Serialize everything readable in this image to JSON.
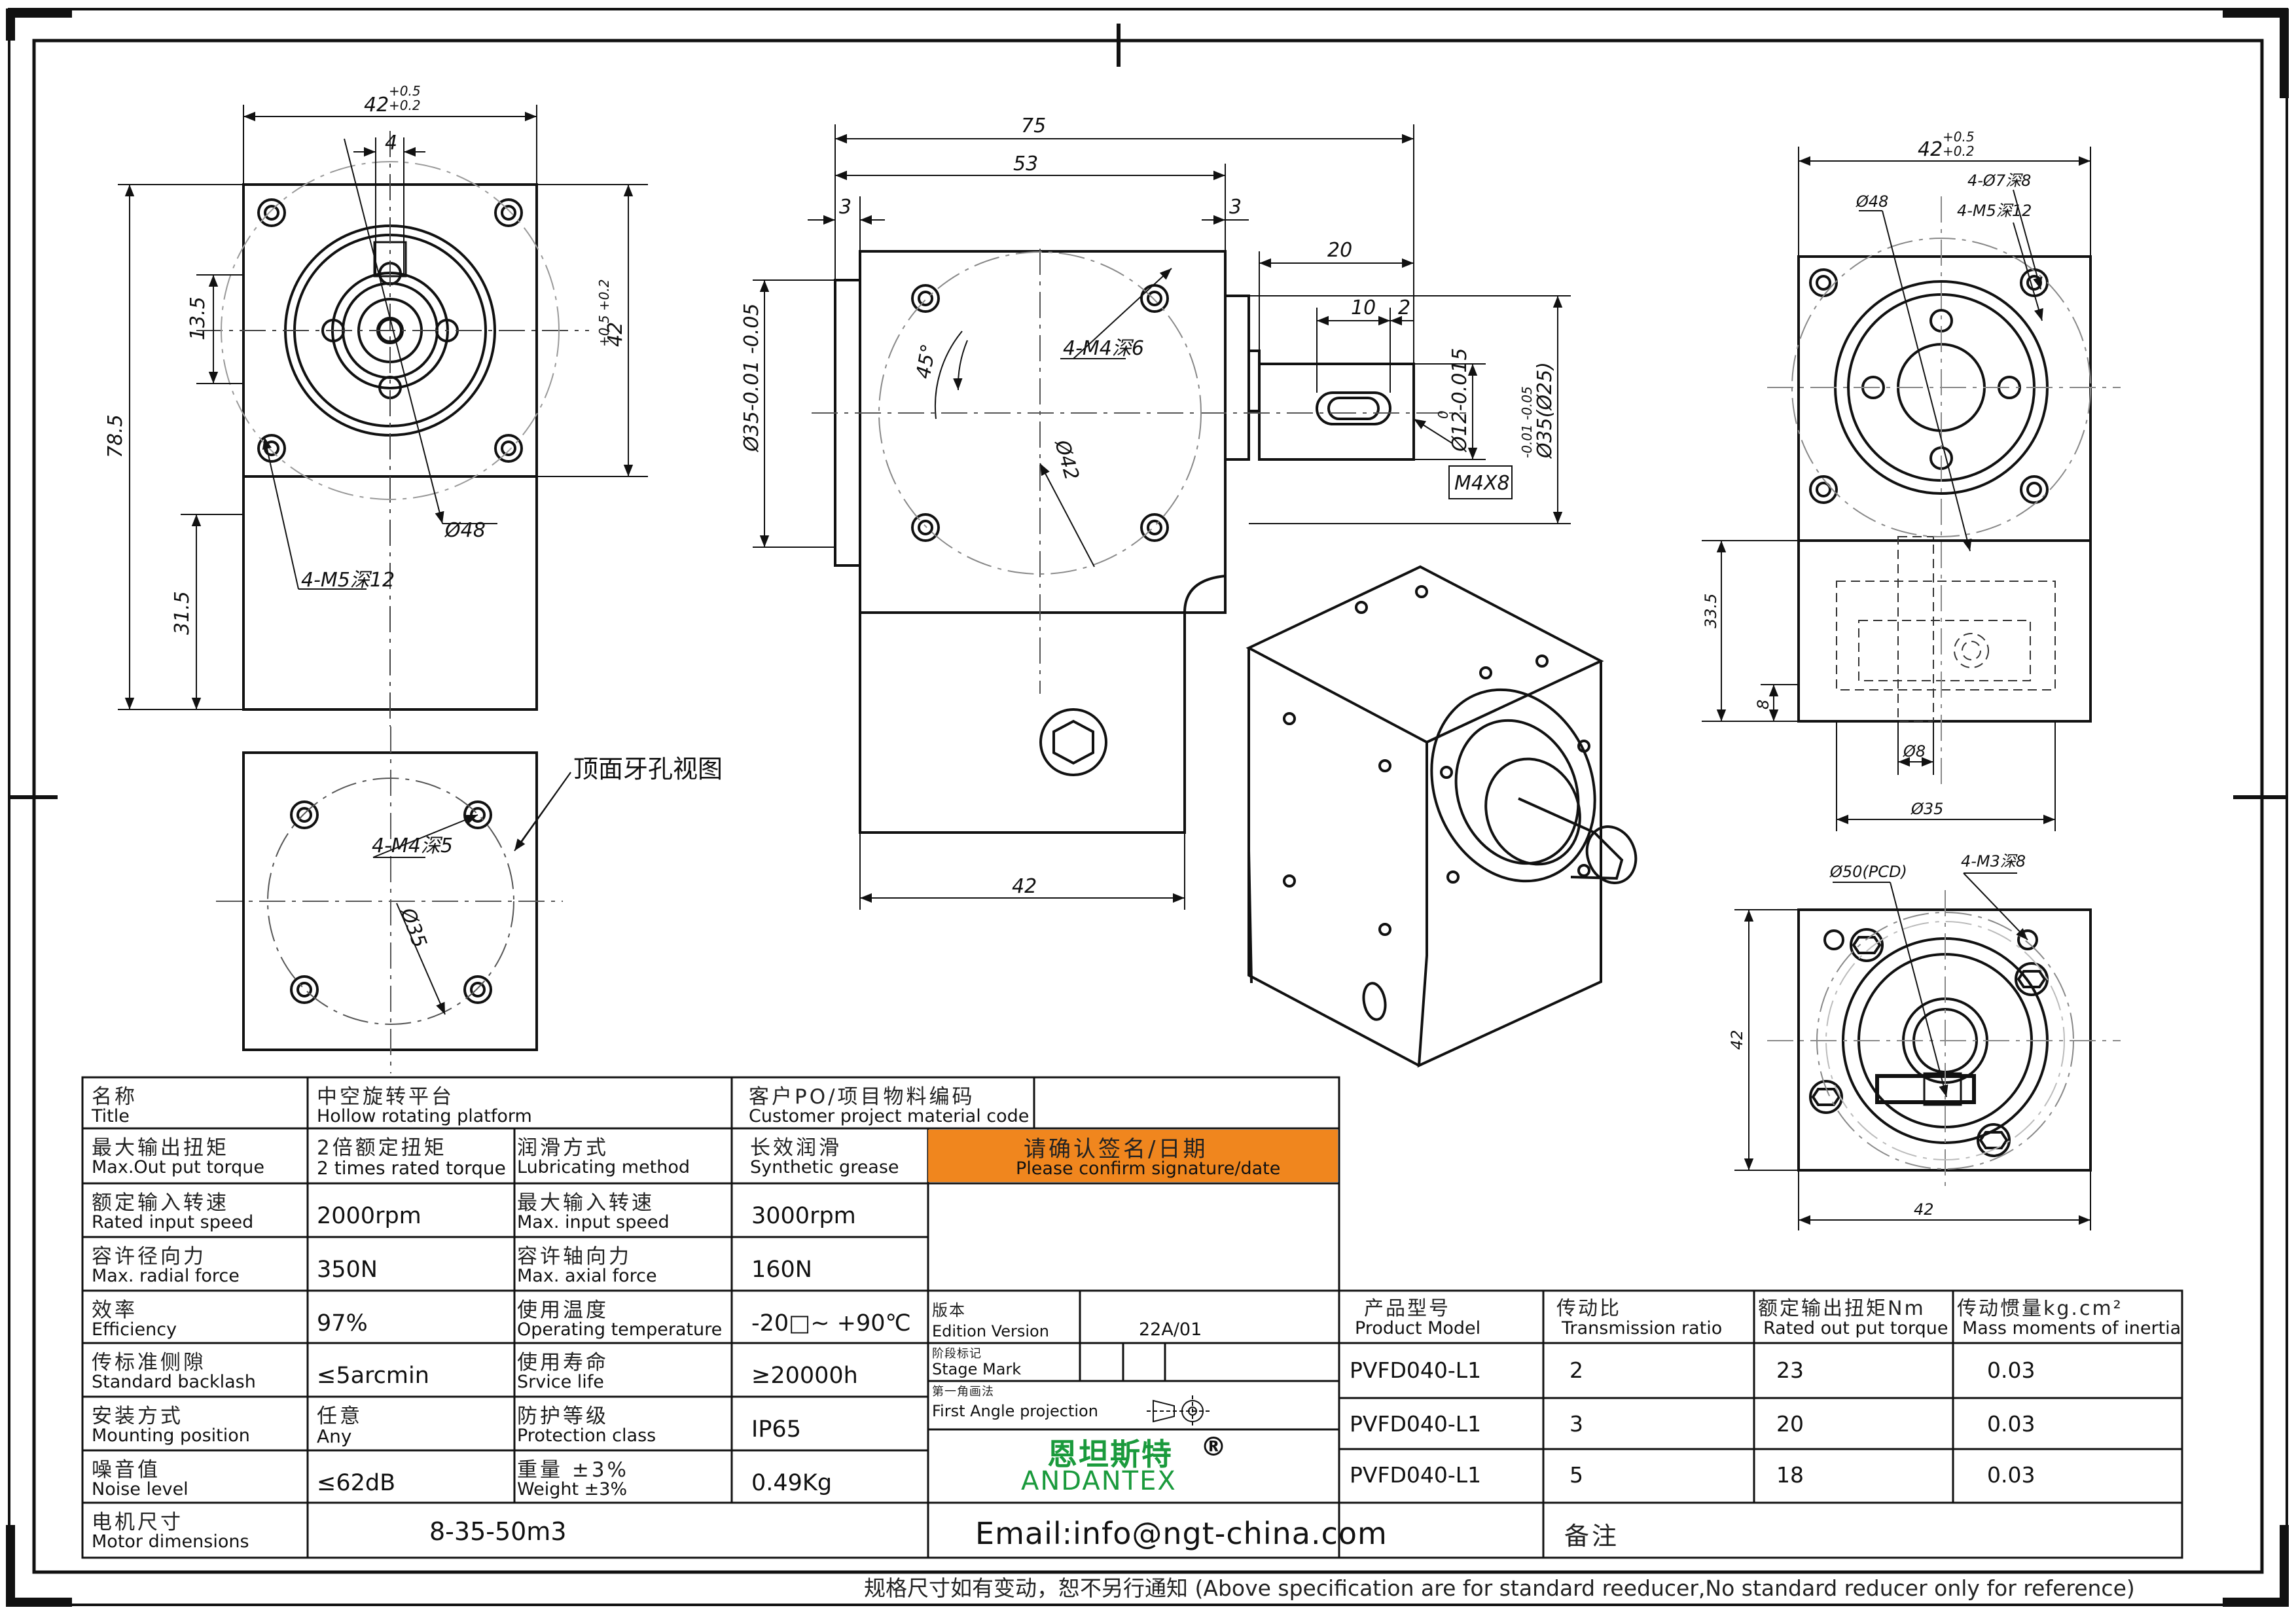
{
  "dims": {
    "front_width": "42",
    "front_width_tol_upper": "+0.5",
    "front_width_tol_lower": "+0.2",
    "front_slot": "4",
    "front_offset": "13.5",
    "front_height": "42",
    "front_height_tol": "+0.5 +0.2",
    "front_total_height": "78.5",
    "front_base_height": "31.5",
    "front_pcd": "Ø48",
    "front_holes": "4-M5深12",
    "side_total_len": "75",
    "side_body_len": "53",
    "side_left_gap": "3",
    "side_right_gap": "3",
    "side_shaft_len": "20",
    "side_key_len": "10",
    "side_key_gap": "2",
    "side_flange_dia": "Ø35-0.01 -0.05",
    "side_holes": "4-M4深6",
    "side_angle": "45°",
    "side_pcd": "Ø42",
    "side_shaft_dia": "Ø12-0.015",
    "side_shaft_tol": "0",
    "side_boss_dia": "Ø35(Ø25)",
    "side_boss_tol": "-0.01 -0.05",
    "side_thread": "M4X8",
    "side_base_len": "42",
    "top_holes": "4-M4深5",
    "top_pcd": "Ø35",
    "top_note": "顶面牙孔视图",
    "right_width": "42",
    "right_width_tol_upper": "+0.5",
    "right_width_tol_lower": "+0.2",
    "right_holes_thru": "4-Ø7深8",
    "right_holes_thread": "4-M5深12",
    "right_pcd": "Ø48",
    "right_height": "33.5",
    "right_base": "8",
    "right_bore": "Ø8",
    "right_base_width": "Ø35",
    "bottom_pcd": "Ø50(PCD)",
    "bottom_holes": "4-M3深8",
    "bottom_height": "42",
    "bottom_width": "42"
  },
  "spec": {
    "title_cn": "名称",
    "title_en": "Title",
    "title_value_cn": "中空旋转平台",
    "title_value_en": "Hollow rotating platform",
    "customer_cn": "客户PO/项目物料编码",
    "customer_en": "Customer project material code",
    "confirm_cn": "请确认签名/日期",
    "confirm_en": "Please confirm signature/date",
    "rows": [
      {
        "l_cn": "最大输出扭矩",
        "l_en": "Max.Out put torque",
        "l_val_cn": "2倍额定扭矩",
        "l_val_en": "2 times rated torque",
        "r_cn": "润滑方式",
        "r_en": "Lubricating method",
        "r_val_cn": "长效润滑",
        "r_val_en": "Synthetic grease"
      },
      {
        "l_cn": "额定输入转速",
        "l_en": "Rated input speed",
        "l_val": "2000rpm",
        "r_cn": "最大输入转速",
        "r_en": "Max. input speed",
        "r_val": "3000rpm"
      },
      {
        "l_cn": "容许径向力",
        "l_en": "Max. radial force",
        "l_val": "350N",
        "r_cn": "容许轴向力",
        "r_en": "Max. axial force",
        "r_val": "160N"
      },
      {
        "l_cn": "效率",
        "l_en": "Efficiency",
        "l_val": "97%",
        "r_cn": "使用温度",
        "r_en": "Operating temperature",
        "r_val": "-20□~ +90℃"
      },
      {
        "l_cn": "传标准侧隙",
        "l_en": "Standard backlash",
        "l_val": "≤5arcmin",
        "r_cn": "使用寿命",
        "r_en": "Srvice life",
        "r_val": "≥20000h"
      },
      {
        "l_cn": "安装方式",
        "l_en": "Mounting position",
        "l_val_cn": "任意",
        "l_val_en": "Any",
        "r_cn": "防护等级",
        "r_en": "Protection class",
        "r_val": "IP65"
      },
      {
        "l_cn": "噪音值",
        "l_en": "Noise level",
        "l_val": "≤62dB",
        "r_cn": "重量 ±3%",
        "r_en": "Weight ±3%",
        "r_val": "0.49Kg"
      }
    ],
    "motor_cn": "电机尺寸",
    "motor_en": "Motor dimensions",
    "motor_val": "8-35-50m3",
    "edition_cn": "版本",
    "edition_en": "Edition Version",
    "edition_val": "22A/01",
    "stage_cn": "阶段标记",
    "stage_en": "Stage Mark",
    "projection_cn": "第一角画法",
    "projection_en": "First Angle projection",
    "brand_cn": "恩坦斯特",
    "brand_reg": "®",
    "brand_en": "ANDANTEX",
    "email": "Email:info@ngt-china.com",
    "remark_cn": "备注",
    "footer": "规格尺寸如有变动，恕不另行通知  (Above specification are for standard reeducer,No standard reducer only for reference)"
  },
  "product": {
    "headers": [
      {
        "cn": "产品型号",
        "en": "Product Model"
      },
      {
        "cn": "传动比",
        "en": "Transmission ratio"
      },
      {
        "cn": "额定输出扭矩Nm",
        "en": "Rated out put torque"
      },
      {
        "cn": "传动惯量kg.cm²",
        "en": "Mass moments of inertia"
      }
    ],
    "rows": [
      {
        "model": "PVFD040-L1",
        "ratio": "2",
        "torque": "23",
        "inertia": "0.03"
      },
      {
        "model": "PVFD040-L1",
        "ratio": "3",
        "torque": "20",
        "inertia": "0.03"
      },
      {
        "model": "PVFD040-L1",
        "ratio": "5",
        "torque": "18",
        "inertia": "0.03"
      }
    ]
  },
  "colors": {
    "confirm_bg": "#F0861E",
    "brand": "#1A9A3C",
    "line": "#111111"
  }
}
